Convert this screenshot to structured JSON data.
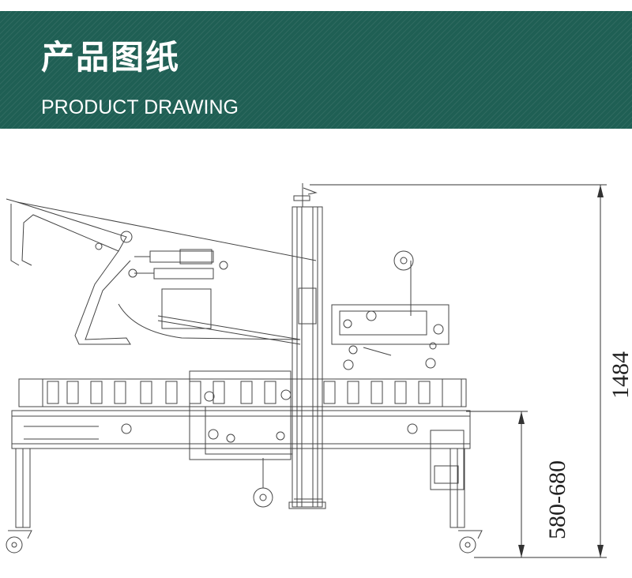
{
  "header": {
    "title_cn": "产品图纸",
    "title_en": "PRODUCT DRAWING"
  },
  "dimensions": {
    "total_height": "1484",
    "table_height": "580-680"
  },
  "colors": {
    "banner": "#1f5f54",
    "line": "#444444"
  }
}
